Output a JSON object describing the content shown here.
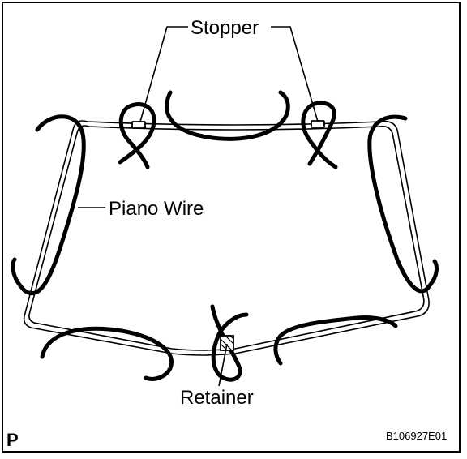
{
  "labels": {
    "stopper": "Stopper",
    "piano_wire": "Piano Wire",
    "retainer": "Retainer"
  },
  "corner_mark": "P",
  "figure_id": "B106927E01",
  "colors": {
    "ink": "#000000",
    "paper": "#ffffff"
  }
}
